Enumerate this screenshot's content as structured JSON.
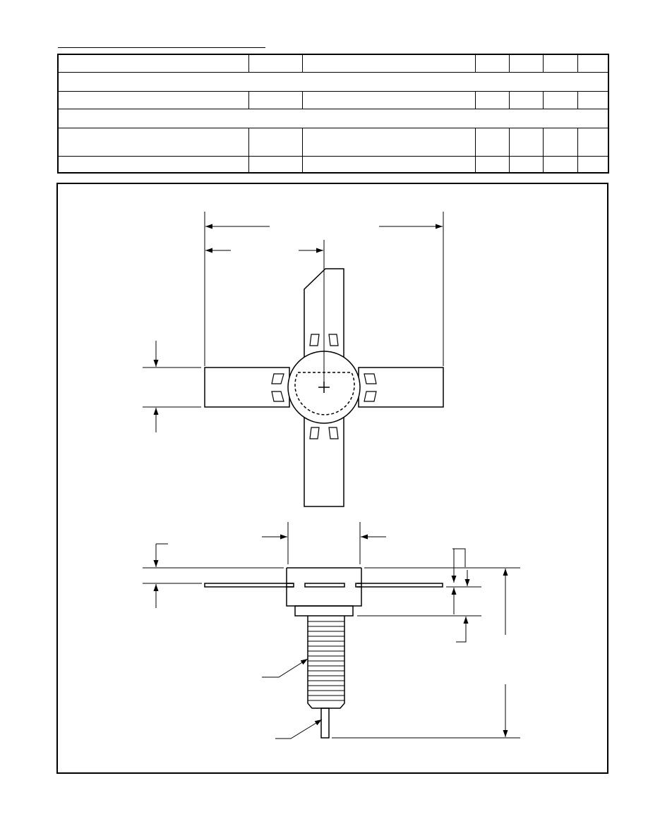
{
  "header": {
    "rule": ""
  },
  "table": {
    "rows": [
      {
        "kind": "data",
        "cells": [
          "",
          "",
          "",
          "",
          "",
          "",
          ""
        ]
      },
      {
        "kind": "span",
        "cells": [
          ""
        ]
      },
      {
        "kind": "data",
        "cells": [
          "",
          "",
          "",
          "",
          "",
          "",
          ""
        ]
      },
      {
        "kind": "span",
        "cells": [
          ""
        ]
      },
      {
        "kind": "data",
        "tall": true,
        "cells": [
          "",
          "",
          "",
          "",
          "",
          "",
          ""
        ]
      },
      {
        "kind": "data",
        "cells": [
          "",
          "",
          "",
          "",
          "",
          "",
          ""
        ]
      }
    ]
  },
  "drawing": {
    "top_view": {
      "dimension_labels": []
    },
    "side_view": {
      "dimension_labels": []
    }
  }
}
